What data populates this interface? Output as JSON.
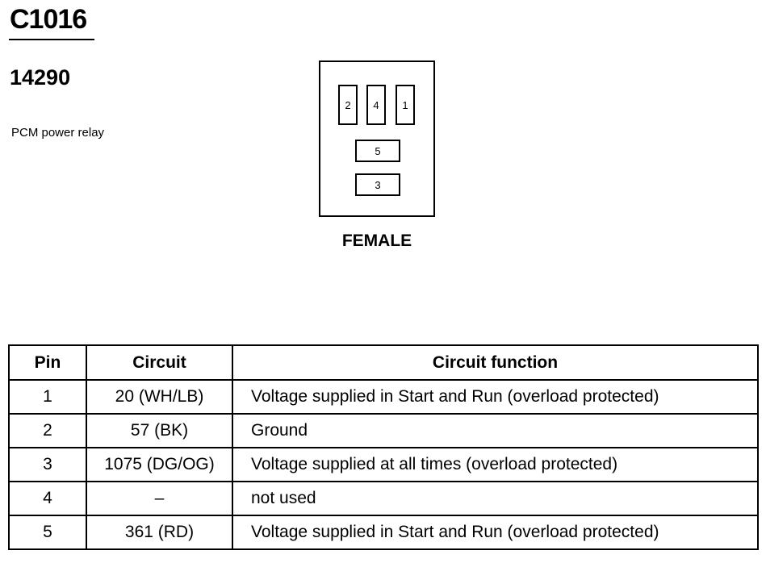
{
  "connector": {
    "id": "C1016",
    "part_number": "14290",
    "description": "PCM power relay",
    "gender": "FEMALE",
    "pin_layout": {
      "top_row": [
        "2",
        "4",
        "1"
      ],
      "middle": "5",
      "bottom": "3"
    }
  },
  "table": {
    "headers": {
      "pin": "Pin",
      "circuit": "Circuit",
      "function": "Circuit function"
    },
    "rows": [
      {
        "pin": "1",
        "circuit": "20 (WH/LB)",
        "function": "Voltage supplied in Start and Run (overload protected)"
      },
      {
        "pin": "2",
        "circuit": "57 (BK)",
        "function": "Ground"
      },
      {
        "pin": "3",
        "circuit": "1075 (DG/OG)",
        "function": "Voltage supplied at all times (overload protected)"
      },
      {
        "pin": "4",
        "circuit": "–",
        "function": "not used"
      },
      {
        "pin": "5",
        "circuit": "361 (RD)",
        "function": "Voltage supplied in Start and Run (overload protected)"
      }
    ]
  }
}
